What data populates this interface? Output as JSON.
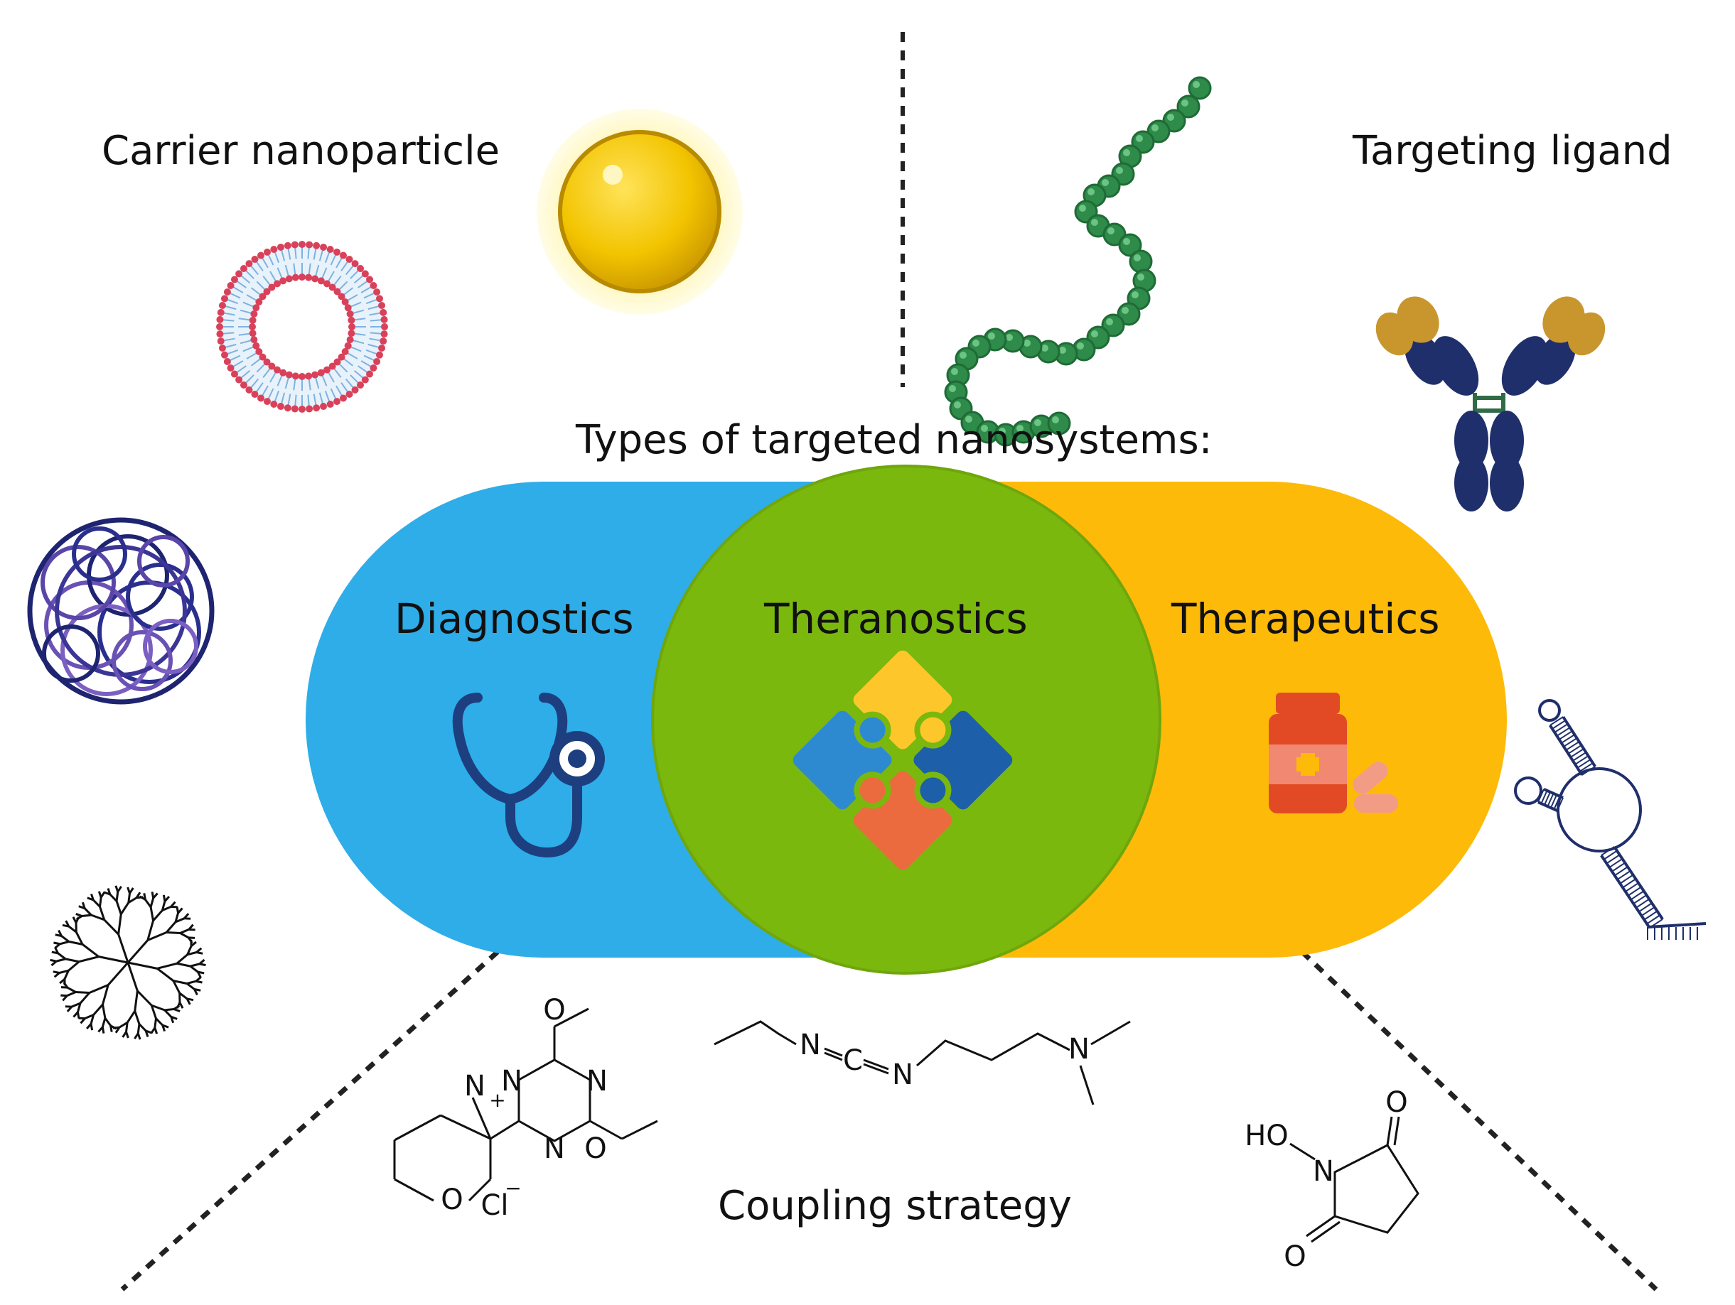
{
  "labels": {
    "carrier": "Carrier nanoparticle",
    "ligand": "Targeting ligand",
    "types": "Types of targeted nanosystems:",
    "coupling": "Coupling strategy"
  },
  "zones": [
    {
      "key": "diagnostics",
      "label": "Diagnostics",
      "icon": "stethoscope-icon",
      "color": "#2EADE8"
    },
    {
      "key": "theranostics",
      "label": "Theranostics",
      "icon": "puzzle-icon",
      "color": "#7AB80E"
    },
    {
      "key": "therapeutics",
      "label": "Therapeutics",
      "icon": "medicine-bottle-icon",
      "color": "#FDBA08"
    }
  ],
  "chemistry": {
    "dmtmm_atoms": [
      "O",
      "N",
      "N",
      "N",
      "N",
      "O",
      "O",
      "Cl",
      "+",
      "−"
    ],
    "edc_atoms": [
      "N",
      "C",
      "N",
      "N"
    ],
    "nhs_atoms": [
      "HO",
      "N",
      "O",
      "O"
    ]
  }
}
